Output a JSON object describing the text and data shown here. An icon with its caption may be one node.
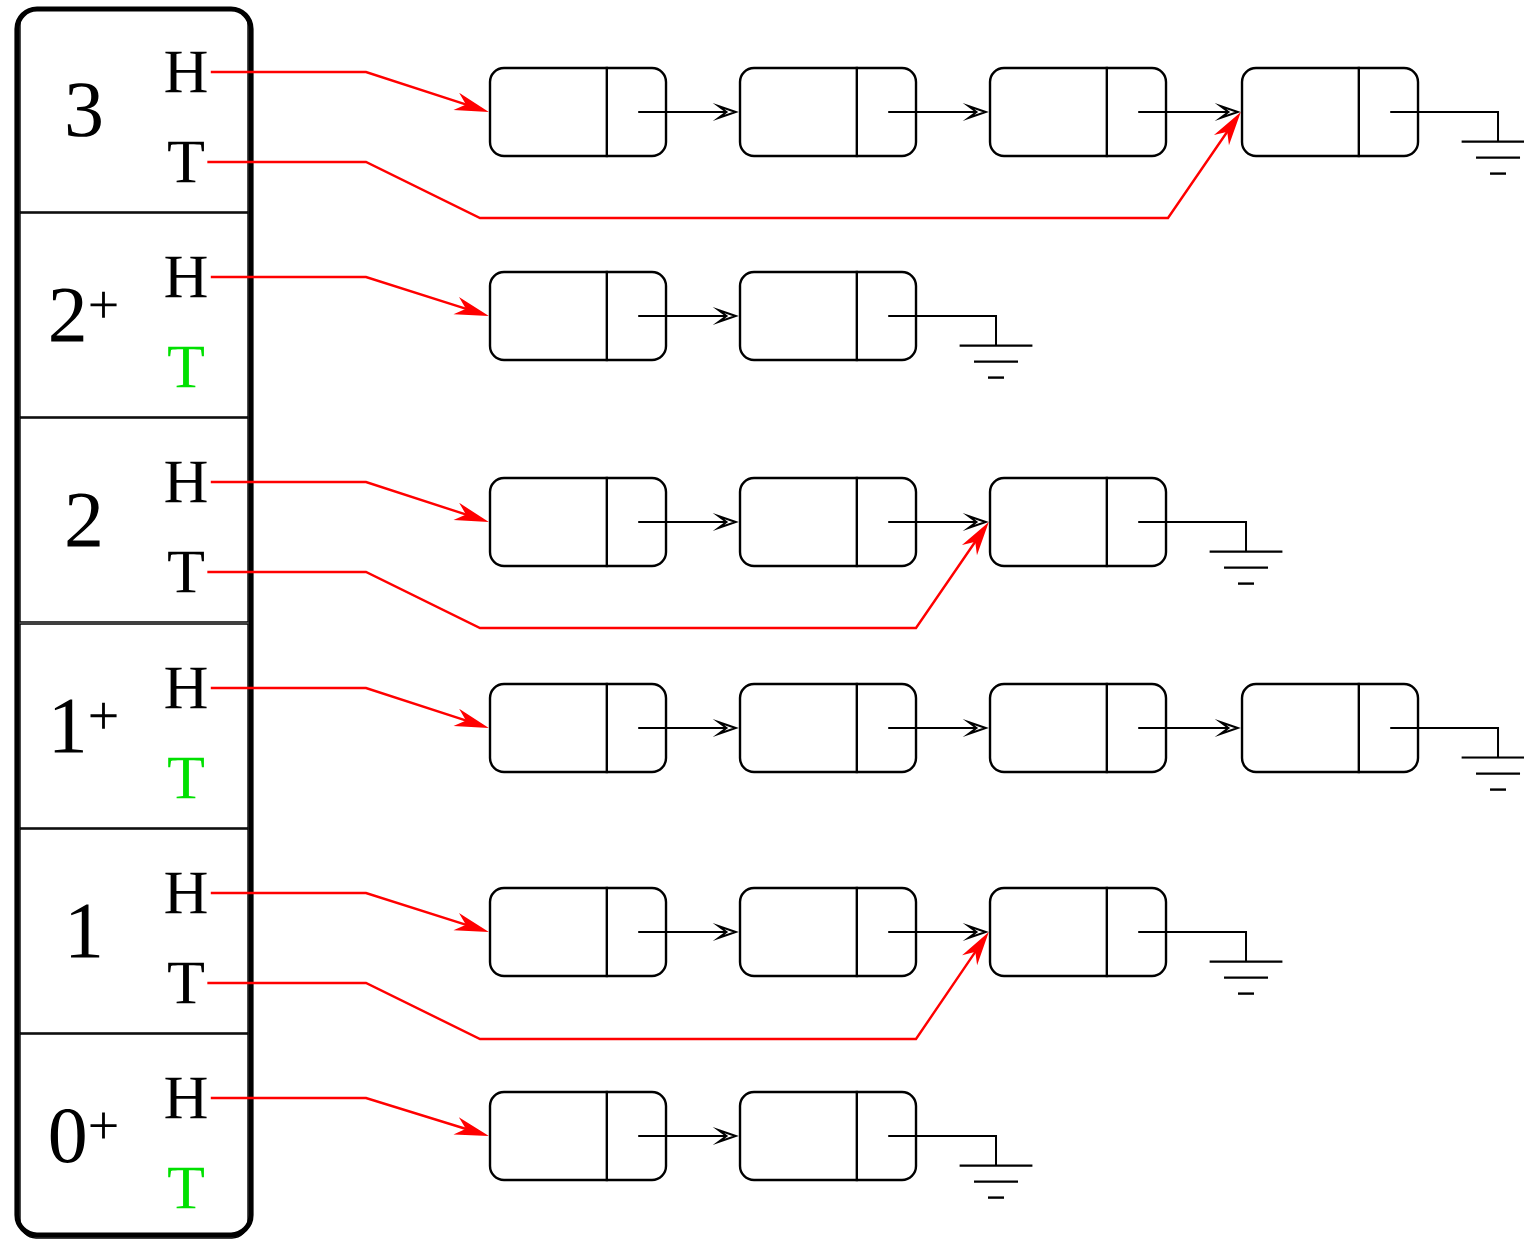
{
  "diagram": {
    "nodes": [
      {
        "text": [],
        "shape": "box"
      },
      {
        "text": [
          "3"
        ],
        "in": 0
      },
      {
        "text": [
          "H"
        ],
        "in": 1
      },
      {
        "text": [
          "T"
        ],
        "in": 1
      },
      {
        "text": [
          "2$^{+}$"
        ],
        "in": 0
      },
      {
        "text": [
          "H"
        ],
        "in": 4
      },
      {
        "text": [
          "T"
        ],
        "in": 4
      },
      {
        "text": [
          "2"
        ],
        "in": 0
      },
      {
        "text": [
          "H"
        ],
        "in": 7
      },
      {
        "text": [
          "T"
        ],
        "in": 7
      },
      {
        "text": [
          "1$^{+}$"
        ],
        "in": 0
      },
      {
        "text": [
          "H"
        ],
        "in": 10
      },
      {
        "text": [
          "T"
        ],
        "in": 10
      },
      {
        "text": [
          "1"
        ],
        "in": 0
      },
      {
        "text": [
          "H"
        ],
        "in": 13
      },
      {
        "text": [
          "T"
        ],
        "in": 13
      },
      {
        "text": [
          "0$^{+}$"
        ],
        "in": 0
      },
      {
        "text": [
          "H"
        ],
        "in": 16
      },
      {
        "text": [
          "T"
        ],
        "in": 16
      },
      {
        "text": [],
        "shape": "box"
      },
      {
        "text": [],
        "shape": "box"
      },
      {
        "text": [],
        "shape": "box"
      },
      {
        "text": [],
        "shape": "box"
      },
      {
        "text": [],
        "shape": "ground"
      },
      {
        "text": [],
        "shape": "box"
      },
      {
        "text": [],
        "shape": "box"
      },
      {
        "text": [],
        "shape": "ground"
      },
      {
        "text": [],
        "shape": "box"
      },
      {
        "text": [],
        "shape": "box"
      },
      {
        "text": [],
        "shape": "box"
      },
      {
        "text": [],
        "shape": "ground"
      },
      {
        "text": [],
        "shape": "box"
      },
      {
        "text": [],
        "shape": "box"
      },
      {
        "text": [],
        "shape": "box"
      },
      {
        "text": [],
        "shape": "box"
      },
      {
        "text": [],
        "shape": "ground"
      },
      {
        "text": [],
        "shape": "box"
      },
      {
        "text": [],
        "shape": "box"
      },
      {
        "text": [],
        "shape": "box"
      },
      {
        "text": [],
        "shape": "ground"
      },
      {
        "text": [],
        "shape": "box"
      },
      {
        "text": [],
        "shape": "box"
      },
      {
        "text": [],
        "shape": "ground"
      }
    ],
    "edges": [
      {
        "from": 2,
        "to": 19,
        "arrow": "to",
        "color": "#ff0000"
      },
      {
        "from": 3,
        "to": 22,
        "arrow": "to",
        "color": "#ff0000"
      },
      {
        "from": 5,
        "to": 24,
        "arrow": "to",
        "color": "#ff0000"
      },
      {
        "from": 8,
        "to": 27,
        "arrow": "to",
        "color": "#ff0000"
      },
      {
        "from": 9,
        "to": 29,
        "arrow": "to",
        "color": "#ff0000"
      },
      {
        "from": 11,
        "to": 31,
        "arrow": "to",
        "color": "#ff0000"
      },
      {
        "from": 14,
        "to": 36,
        "arrow": "to",
        "color": "#ff0000"
      },
      {
        "from": 15,
        "to": 38,
        "arrow": "to",
        "color": "#ff0000"
      },
      {
        "from": 17,
        "to": 40,
        "arrow": "to",
        "color": "#ff0000"
      },
      {
        "from": 19,
        "to": 20,
        "arrow": "to"
      },
      {
        "from": 20,
        "to": 21,
        "arrow": "to"
      },
      {
        "from": 21,
        "to": 22,
        "arrow": "to"
      },
      {
        "from": 22,
        "to": 23,
        "arrow": "none"
      },
      {
        "from": 24,
        "to": 25,
        "arrow": "to"
      },
      {
        "from": 25,
        "to": 26,
        "arrow": "none"
      },
      {
        "from": 27,
        "to": 28,
        "arrow": "to"
      },
      {
        "from": 28,
        "to": 29,
        "arrow": "to"
      },
      {
        "from": 29,
        "to": 30,
        "arrow": "none"
      },
      {
        "from": 31,
        "to": 32,
        "arrow": "to"
      },
      {
        "from": 32,
        "to": 33,
        "arrow": "to"
      },
      {
        "from": 33,
        "to": 34,
        "arrow": "to"
      },
      {
        "from": 34,
        "to": 35,
        "arrow": "none"
      },
      {
        "from": 36,
        "to": 37,
        "arrow": "to"
      },
      {
        "from": 37,
        "to": 38,
        "arrow": "to"
      },
      {
        "from": 38,
        "to": 39,
        "arrow": "none"
      },
      {
        "from": 40,
        "to": 41,
        "arrow": "to"
      },
      {
        "from": 41,
        "to": 42,
        "arrow": "none"
      }
    ]
  }
}
